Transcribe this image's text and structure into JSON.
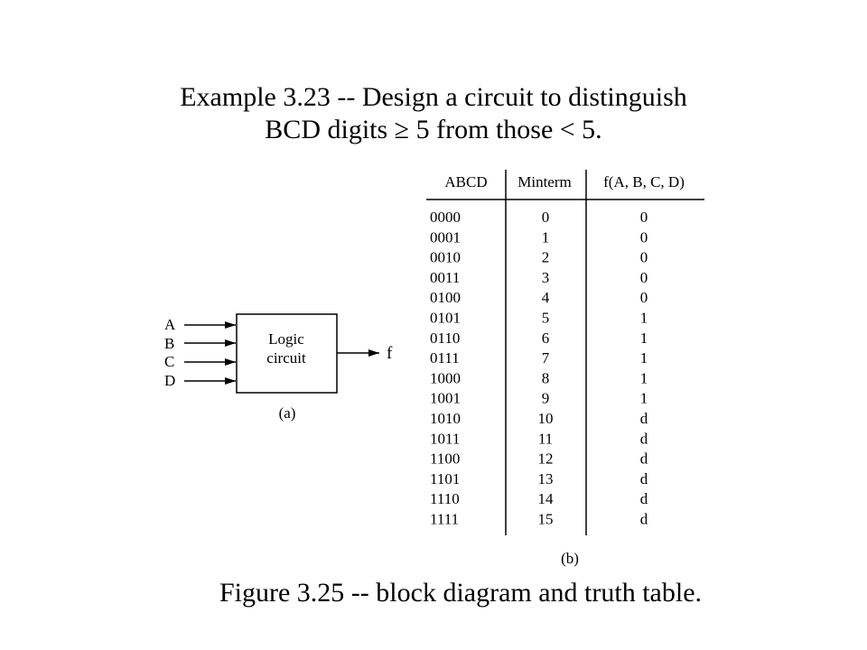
{
  "title_line1": "Example 3.23 -- Design a circuit to distinguish",
  "title_line2": "BCD digits ≥ 5 from those < 5.",
  "block_diagram": {
    "inputs": [
      "A",
      "B",
      "C",
      "D"
    ],
    "box_label_line1": "Logic",
    "box_label_line2": "circuit",
    "output": "f",
    "caption": "(a)"
  },
  "truth_table": {
    "headers": [
      "ABCD",
      "Minterm",
      "f(A, B, C, D)"
    ],
    "rows": [
      [
        "0000",
        "0",
        "0"
      ],
      [
        "0001",
        "1",
        "0"
      ],
      [
        "0010",
        "2",
        "0"
      ],
      [
        "0011",
        "3",
        "0"
      ],
      [
        "0100",
        "4",
        "0"
      ],
      [
        "0101",
        "5",
        "1"
      ],
      [
        "0110",
        "6",
        "1"
      ],
      [
        "0111",
        "7",
        "1"
      ],
      [
        "1000",
        "8",
        "1"
      ],
      [
        "1001",
        "9",
        "1"
      ],
      [
        "1010",
        "10",
        "d"
      ],
      [
        "1011",
        "11",
        "d"
      ],
      [
        "1100",
        "12",
        "d"
      ],
      [
        "1101",
        "13",
        "d"
      ],
      [
        "1110",
        "14",
        "d"
      ],
      [
        "1111",
        "15",
        "d"
      ]
    ],
    "caption": "(b)"
  },
  "figure_caption": "Figure 3.25 -- block diagram and truth table."
}
